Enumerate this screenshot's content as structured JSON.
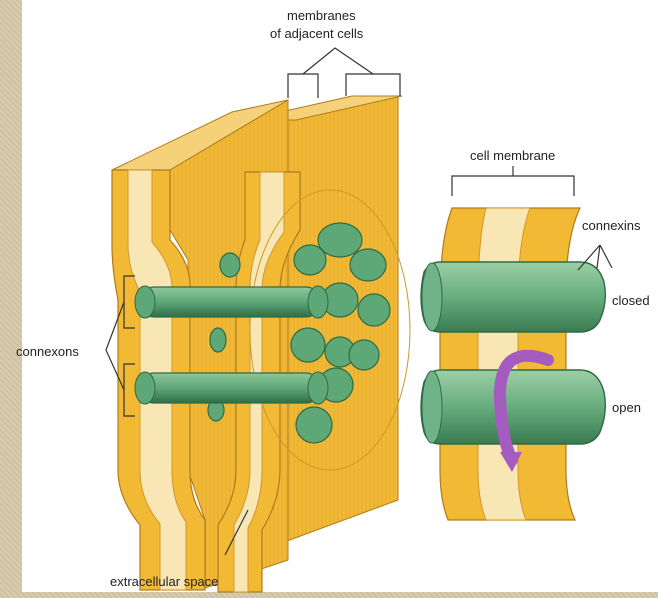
{
  "labels": {
    "membranes_line1": "membranes",
    "membranes_line2": "of adjacent cells",
    "cell_membrane": "cell membrane",
    "connexins": "connexins",
    "closed": "closed",
    "open": "open",
    "connexons": "connexons",
    "extracellular_space": "extracellular space"
  },
  "colors": {
    "membrane_yellow": "#f2b934",
    "membrane_dark": "#d3962a",
    "membrane_light": "#f8e6b5",
    "connexon_green": "#5ea777",
    "connexon_dark": "#2e6b45",
    "arrow_purple": "#a45cc0"
  }
}
